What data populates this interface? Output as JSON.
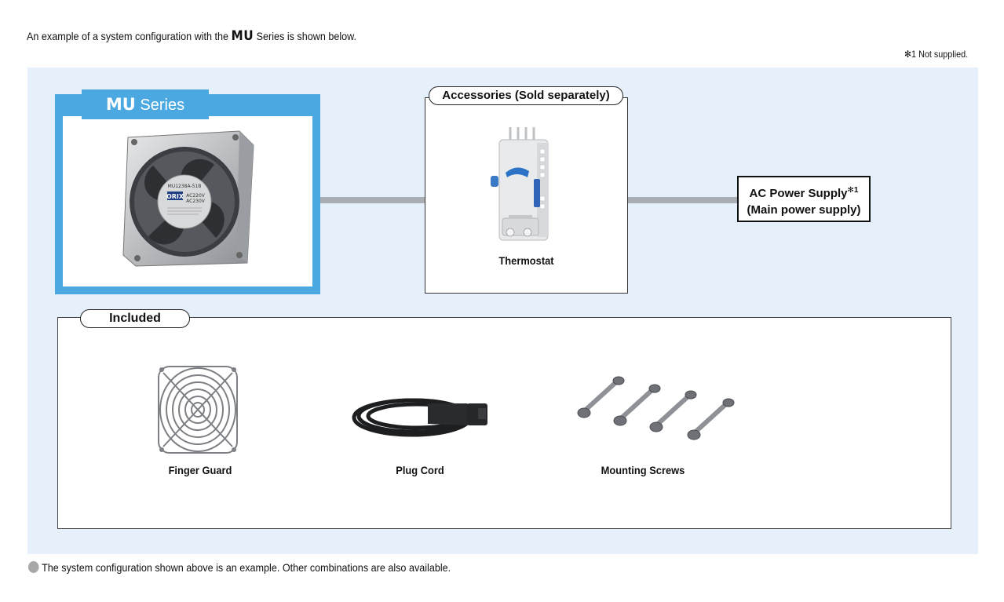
{
  "intro": {
    "before": "An example of a system configuration with the ",
    "series_name": "MU",
    "after": " Series is shown below."
  },
  "footnote_top": "✻1 Not supplied.",
  "mu_series": {
    "name": "MU",
    "suffix": " Series"
  },
  "accessories": {
    "label": "Accessories (Sold separately)",
    "item_label": "Thermostat"
  },
  "ac_power": {
    "line1": "AC Power Supply",
    "mark": "✻1",
    "line2": "(Main power supply)"
  },
  "included": {
    "label": "Included",
    "items": [
      {
        "label": "Finger Guard",
        "icon": "finger-guard-icon"
      },
      {
        "label": "Plug Cord",
        "icon": "plug-cord-icon"
      },
      {
        "label": "Mounting Screws",
        "icon": "mounting-screws-icon"
      }
    ]
  },
  "fan_labels": {
    "brand": "ORIX",
    "model": "MU1238A-51B",
    "voltage1": "AC220V",
    "voltage2": "AC230V"
  },
  "footer_note": "The system configuration shown above is an example. Other combinations are also available.",
  "colors": {
    "panel_bg": "#e6f0fa",
    "accent_blue": "#4ba8e0",
    "connector": "#a9aeb4"
  }
}
